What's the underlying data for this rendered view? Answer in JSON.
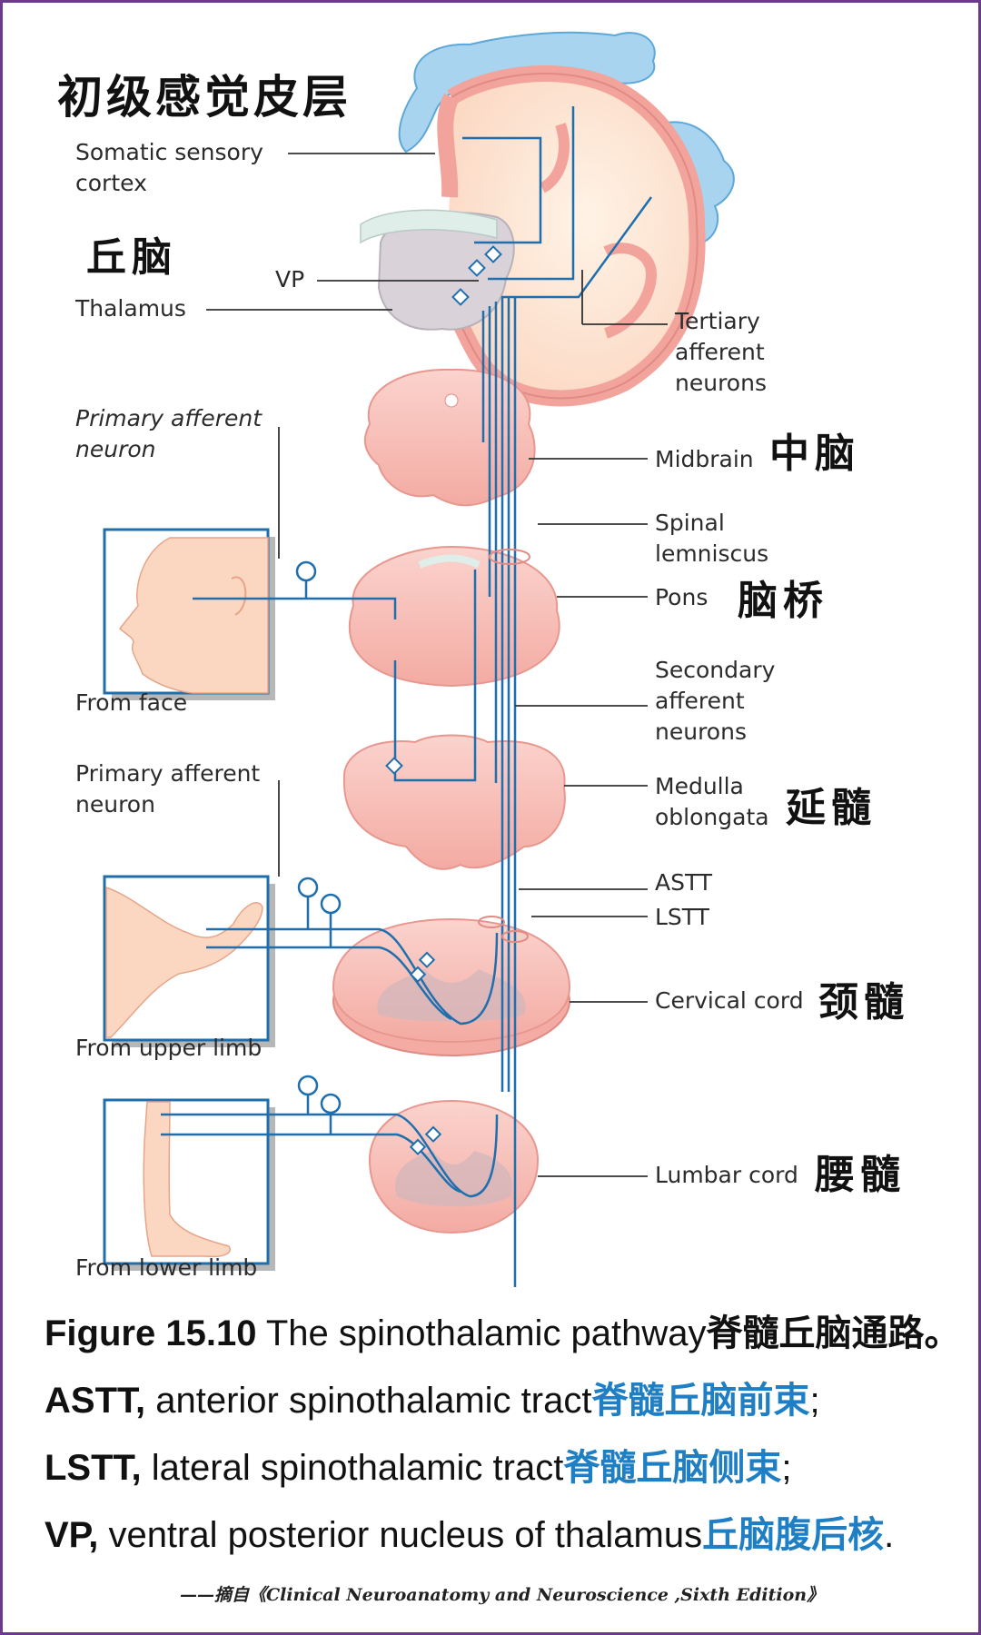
{
  "title_zh": "初级感觉皮层",
  "labels": {
    "somatic_sensory_cortex": "Somatic sensory\ncortex",
    "thalamus_zh": "丘脑",
    "vp": "VP",
    "thalamus": "Thalamus",
    "tertiary_afferent_neurons": "Tertiary\nafferent\nneurons",
    "primary_afferent_neuron_top": "Primary afferent\nneuron",
    "midbrain": "Midbrain",
    "midbrain_zh": "中脑",
    "spinal_lemniscus": "Spinal\nlemniscus",
    "pons": "Pons",
    "pons_zh": "脑桥",
    "from_face": "From face",
    "secondary_afferent_neurons": "Secondary\nafferent\nneurons",
    "primary_afferent_neuron_mid": "Primary afferent\nneuron",
    "medulla_oblongata": "Medulla\noblongata",
    "medulla_zh": "延髓",
    "astt": "ASTT",
    "lstt": "LSTT",
    "cervical_cord": "Cervical cord",
    "cervical_zh": "颈髓",
    "from_upper_limb": "From upper limb",
    "lumbar_cord": "Lumbar cord",
    "lumbar_zh": "腰髓",
    "from_lower_limb": "From lower limb"
  },
  "caption": {
    "figure_num": "Figure 15.10",
    "figure_text": " The spinothalamic pathway",
    "figure_zh": "脊髓丘脑通路。",
    "astt_abbr": "ASTT,",
    "astt_text": " anterior spinothalamic tract",
    "astt_zh": "脊髓丘脑前束",
    "astt_end": ";",
    "lstt_abbr": "LSTT,",
    "lstt_text": " lateral spinothalamic tract",
    "lstt_zh": "脊髓丘脑侧束",
    "lstt_end": ";",
    "vp_abbr": "VP,",
    "vp_text": " ventral posterior nucleus of thalamus",
    "vp_zh": "丘脑腹后核",
    "vp_end": "."
  },
  "source": "——摘自《Clinical Neuroanatomy and Neuroscience ,Sixth Edition》",
  "colors": {
    "frame": "#6b3a8e",
    "pathway": "#1f6fae",
    "tissue": "#f7c6c0",
    "tissue_edge": "#e08b84",
    "cortex_blue": "#a9d4ef",
    "caption_blue": "#1f7fc4"
  }
}
